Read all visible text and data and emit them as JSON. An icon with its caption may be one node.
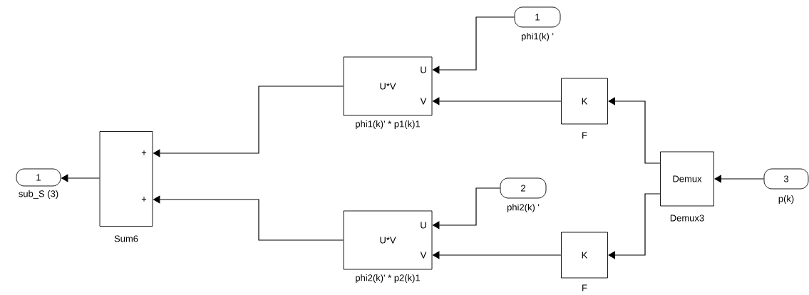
{
  "diagram": {
    "nodes": [
      {
        "text": [
          "1"
        ],
        "beside": [
          "sub_S (3)"
        ]
      },
      {
        "text": [
          "+",
          "+"
        ],
        "beside": [
          "Sum6"
        ]
      },
      {
        "text": [
          "U*V",
          "U",
          "V"
        ],
        "beside": [
          "phi1(k)' * p1(k)1"
        ]
      },
      {
        "text": [
          "U*V",
          "U",
          "V"
        ],
        "beside": [
          "phi2(k)' * p2(k)1"
        ]
      },
      {
        "text": [
          "1"
        ],
        "beside": [
          "phi1(k) '"
        ]
      },
      {
        "text": [
          "2"
        ],
        "beside": [
          "phi2(k) '"
        ]
      },
      {
        "text": [
          "K"
        ],
        "beside": [
          "F"
        ]
      },
      {
        "text": [
          "K"
        ],
        "beside": [
          "F"
        ]
      },
      {
        "text": [
          "Demux"
        ],
        "beside": [
          "Demux3"
        ]
      },
      {
        "text": [
          "3"
        ],
        "beside": [
          "p(k)"
        ]
      }
    ],
    "edges": [
      {
        "from": 4,
        "to": 2,
        "arrow": "to"
      },
      {
        "from": 6,
        "to": 2,
        "arrow": "to"
      },
      {
        "from": 2,
        "to": 1,
        "arrow": "to"
      },
      {
        "from": 3,
        "to": 1,
        "arrow": "to"
      },
      {
        "from": 1,
        "to": 0,
        "arrow": "to"
      },
      {
        "from": 5,
        "to": 3,
        "arrow": "to"
      },
      {
        "from": 7,
        "to": 3,
        "arrow": "to"
      },
      {
        "from": 8,
        "to": 6,
        "arrow": "to"
      },
      {
        "from": 8,
        "to": 7,
        "arrow": "to"
      },
      {
        "from": 9,
        "to": 8,
        "arrow": "to"
      }
    ]
  }
}
